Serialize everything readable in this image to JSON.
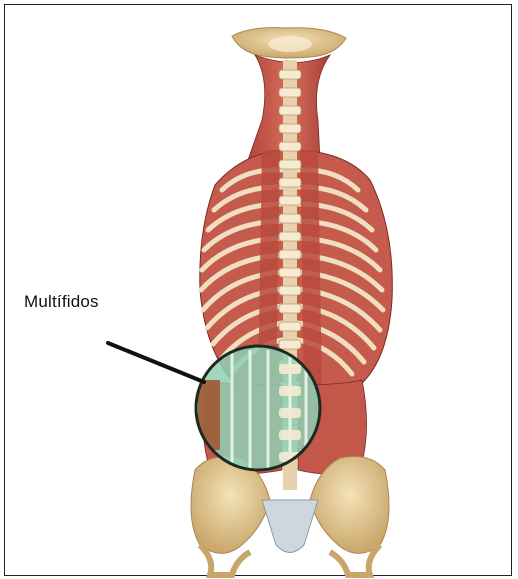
{
  "figure": {
    "callout_label": "Multífidos",
    "colors": {
      "muscle": "#c85a4e",
      "muscle_dark": "#8e2f2a",
      "muscle_light": "#e49a86",
      "rib": "#f3e6c9",
      "bone": "#e8d2a0",
      "bone_shadow": "#c4a468",
      "highlight": "#8fd0b3",
      "circle_stroke": "#1d2a22",
      "frame": "#222222"
    },
    "icons": [
      "anatomy-illustration",
      "callout-pointer-line",
      "highlight-circle"
    ]
  }
}
